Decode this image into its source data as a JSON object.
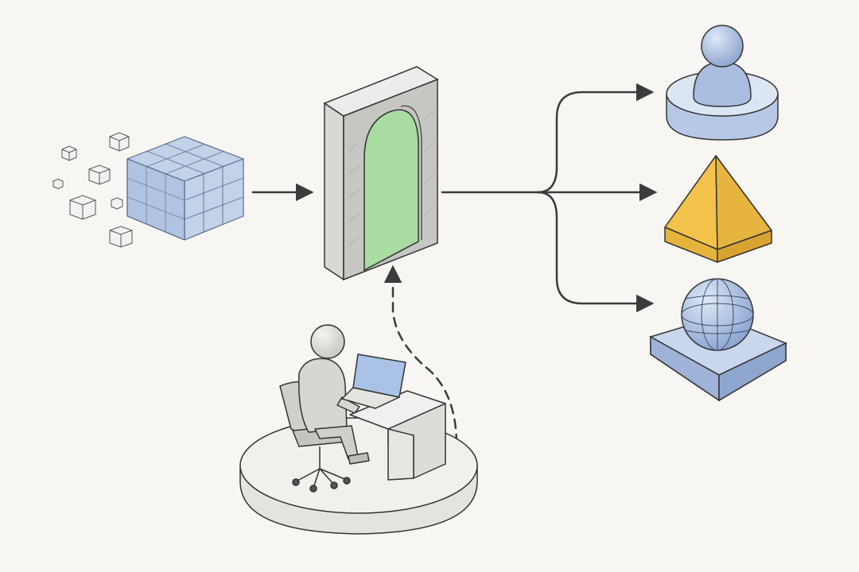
{
  "diagram": {
    "background_color": "#f7f6f2",
    "line_color": "#3c3c3c",
    "nodes": [
      {
        "id": "data-cubes",
        "icon": "cube-cluster-icon",
        "color": "#a9bfe0"
      },
      {
        "id": "gateway",
        "icon": "archway-icon",
        "color": "#a8dca0"
      },
      {
        "id": "developer",
        "icon": "person-at-desk-icon",
        "color": "#a9c2e6"
      },
      {
        "id": "output-person",
        "icon": "person-pawn-icon",
        "color": "#a9bde0"
      },
      {
        "id": "output-pyramid",
        "icon": "pyramid-icon",
        "color": "#f2c24a"
      },
      {
        "id": "output-globe",
        "icon": "globe-icon",
        "color": "#a9bde0"
      }
    ],
    "edges": [
      {
        "from": "data-cubes",
        "to": "gateway",
        "style": "solid"
      },
      {
        "from": "gateway",
        "to": "output-person",
        "style": "solid"
      },
      {
        "from": "gateway",
        "to": "output-pyramid",
        "style": "solid"
      },
      {
        "from": "gateway",
        "to": "output-globe",
        "style": "solid"
      },
      {
        "from": "developer",
        "to": "gateway",
        "style": "dashed"
      }
    ]
  }
}
